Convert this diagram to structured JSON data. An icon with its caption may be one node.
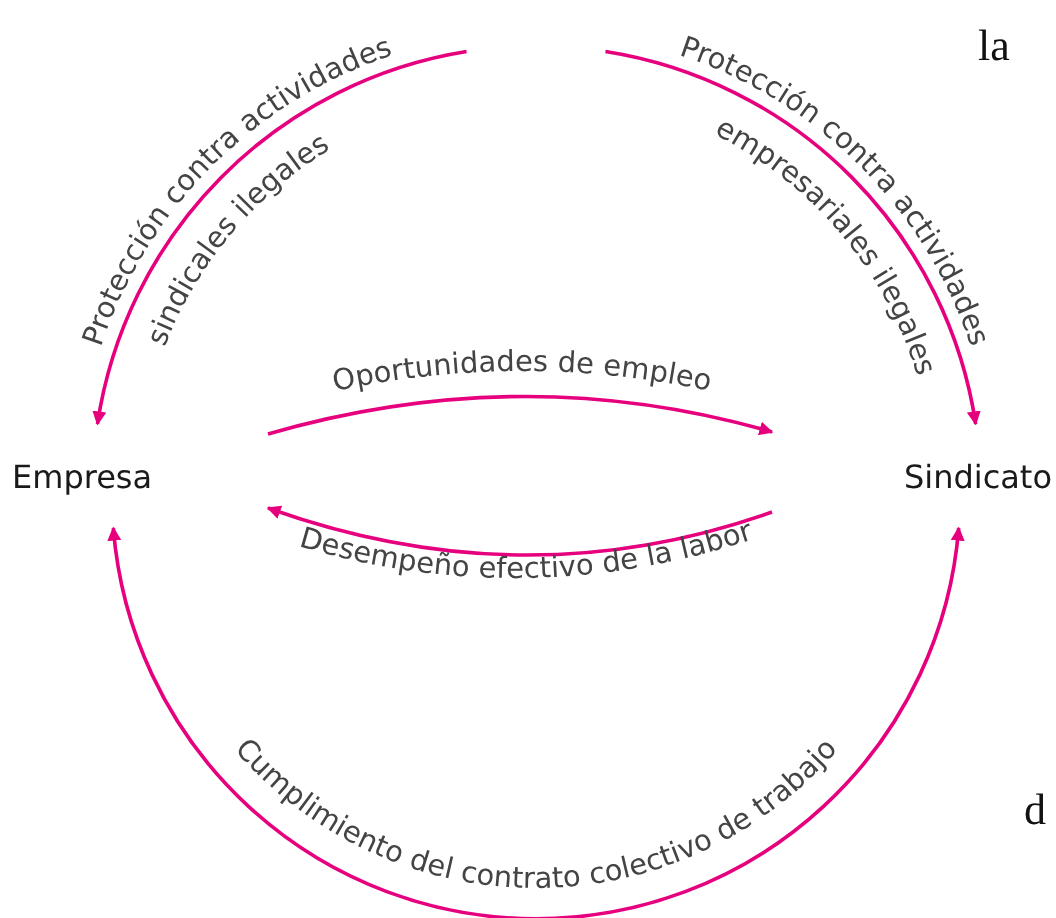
{
  "diagram": {
    "nodes": [
      {
        "text": [
          "Empresa"
        ]
      },
      {
        "text": [
          "Sindicato"
        ]
      }
    ],
    "edges": [
      {
        "from": null,
        "to": 0,
        "arrow": "to",
        "label": "Protección contra actividades sindicales ilegales"
      },
      {
        "from": null,
        "to": 1,
        "arrow": "to",
        "label": "Protección contra actividades empresariales ilegales"
      },
      {
        "from": 0,
        "to": 1,
        "arrow": "to",
        "label": "Oportunidades de empleo"
      },
      {
        "from": 1,
        "to": 0,
        "arrow": "to",
        "label": "Desempeño efectivo de la labor"
      },
      {
        "from": 0,
        "to": 1,
        "arrow": "both",
        "label": "Cumplimiento del contrato colectivo de trabajo"
      }
    ],
    "labels": [
      "la",
      "d"
    ]
  }
}
